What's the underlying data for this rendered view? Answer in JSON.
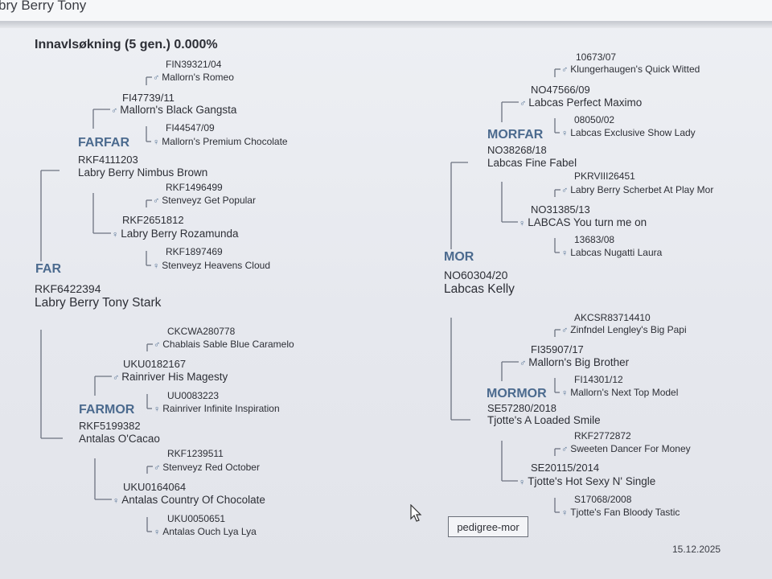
{
  "window": {
    "title": "bry Berry Tony"
  },
  "inbreeding": {
    "label": "Innavlsøkning (5 gen.) 0.000%"
  },
  "symbols": {
    "male": "♂",
    "female": "♀"
  },
  "far": {
    "role": "FAR",
    "reg": "RKF6422394",
    "name": "Labry Berry Tony Stark"
  },
  "farfar": {
    "role": "FARFAR",
    "reg": "RKF4111203",
    "name": "Labry Berry Nimbus Brown"
  },
  "farfar_f": {
    "reg": "FI47739/11",
    "name": "Mallorn's Black Gangsta"
  },
  "farfar_ff": {
    "reg": "FIN39321/04",
    "name": "Mallorn's Romeo"
  },
  "farfar_fm": {
    "reg": "FI44547/09",
    "name": "Mallorn's Premium Chocolate"
  },
  "farfar_m": {
    "reg": "RKF2651812",
    "name": "Labry Berry Rozamunda"
  },
  "farfar_mf": {
    "reg": "RKF1496499",
    "name": "Stenveyz Get Popular"
  },
  "farfar_mm": {
    "reg": "RKF1897469",
    "name": "Stenveyz Heavens Cloud"
  },
  "farmor": {
    "role": "FARMOR",
    "reg": "RKF5199382",
    "name": "Antalas O'Cacao"
  },
  "farmor_f": {
    "reg": "UKU0182167",
    "name": "Rainriver His Magesty"
  },
  "farmor_ff": {
    "reg": "CKCWA280778",
    "name": "Chablais Sable Blue Caramelo"
  },
  "farmor_fm": {
    "reg": "UU0083223",
    "name": "Rainriver Infinite Inspiration"
  },
  "farmor_m": {
    "reg": "UKU0164064",
    "name": "Antalas Country Of Chocolate"
  },
  "farmor_mf": {
    "reg": "RKF1239511",
    "name": "Stenveyz Red October"
  },
  "farmor_mm": {
    "reg": "UKU0050651",
    "name": "Antalas Ouch Lya Lya"
  },
  "mor": {
    "role": "MOR",
    "reg": "NO60304/20",
    "name": "Labcas Kelly"
  },
  "morfar": {
    "role": "MORFAR",
    "reg": "NO38268/18",
    "name": "Labcas Fine Fabel"
  },
  "morfar_f": {
    "reg": "NO47566/09",
    "name": "Labcas Perfect Maximo"
  },
  "morfar_ff": {
    "reg": "10673/07",
    "name": "Klungerhaugen's Quick Witted"
  },
  "morfar_fm": {
    "reg": "08050/02",
    "name": "Labcas Exclusive Show Lady"
  },
  "morfar_m": {
    "reg": "NO31385/13",
    "name": "LABCAS You turn me on"
  },
  "morfar_mf": {
    "reg": "PKRVIII26451",
    "name": "Labry Berry Scherbet At Play Mor"
  },
  "morfar_mm": {
    "reg": "13683/08",
    "name": "Labcas Nugatti Laura"
  },
  "mormor": {
    "role": "MORMOR",
    "reg": "SE57280/2018",
    "name": "Tjotte's A Loaded Smile"
  },
  "mormor_f": {
    "reg": "FI35907/17",
    "name": "Mallorn's Big Brother"
  },
  "mormor_ff": {
    "reg": "AKCSR83714410",
    "name": "Zinfndel Lengley's Big Papi"
  },
  "mormor_fm": {
    "reg": "FI14301/12",
    "name": "Mallorn's Next Top Model"
  },
  "mormor_m": {
    "reg": "SE20115/2014",
    "name": "Tjotte's Hot Sexy N' Single"
  },
  "mormor_mf": {
    "reg": "RKF2772872",
    "name": "Sweeten Dancer For Money"
  },
  "mormor_mm": {
    "reg": "S17068/2008",
    "name": "Tjotte's Fan Bloody Tastic"
  },
  "button": {
    "label": "pedigree-mor"
  },
  "footer": {
    "date": "15.12.2025"
  }
}
